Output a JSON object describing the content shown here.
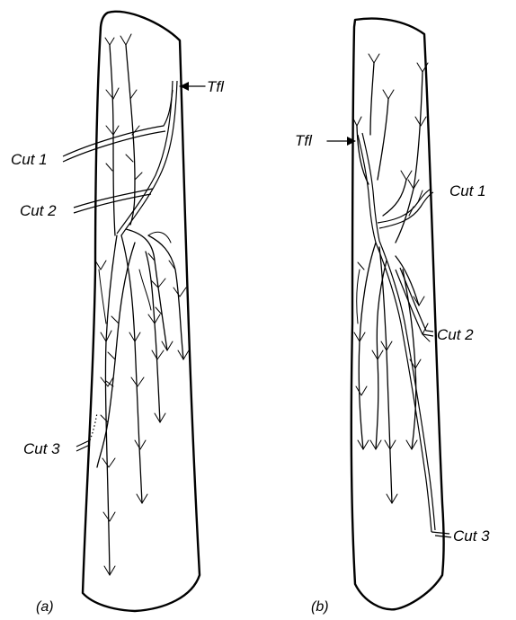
{
  "panels": [
    {
      "id": "a",
      "label": "(a)",
      "callouts": {
        "tfl": "Tfl",
        "cut1": "Cut 1",
        "cut2": "Cut 2",
        "cut3": "Cut 3"
      }
    },
    {
      "id": "b",
      "label": "(b)",
      "callouts": {
        "tfl": "Tfl",
        "cut1": "Cut 1",
        "cut2": "Cut 2",
        "cut3": "Cut 3"
      }
    }
  ]
}
